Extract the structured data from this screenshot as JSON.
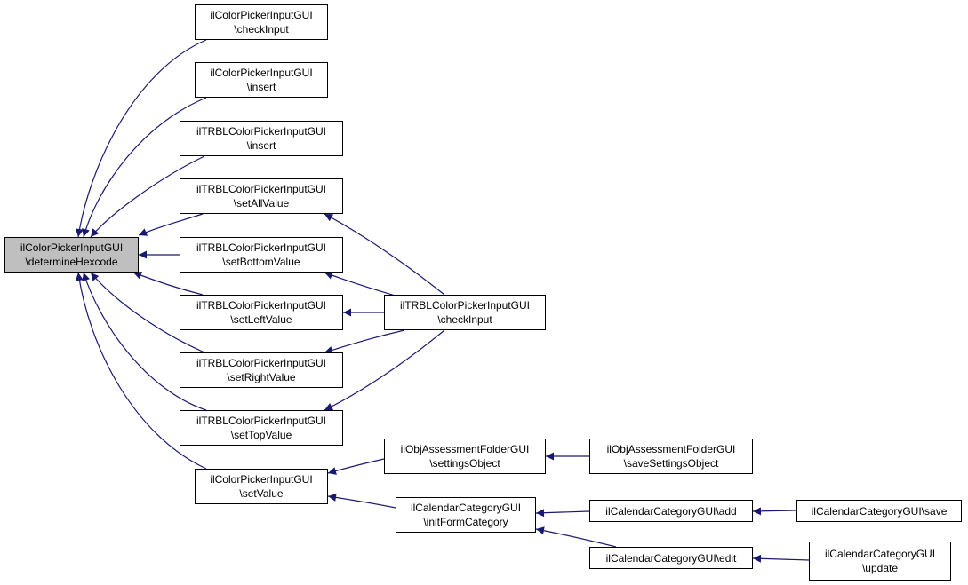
{
  "colors": {
    "edge": "#191970",
    "node_border": "#000000",
    "root_fill": "#bfbfbf",
    "node_fill": "#ffffff"
  },
  "nodes": {
    "root": {
      "line1": "ilColorPickerInputGUI",
      "line2": "\\determineHexcode"
    },
    "cp_checkInput": {
      "line1": "ilColorPickerInputGUI",
      "line2": "\\checkInput"
    },
    "cp_insert": {
      "line1": "ilColorPickerInputGUI",
      "line2": "\\insert"
    },
    "trbl_insert": {
      "line1": "ilTRBLColorPickerInputGUI",
      "line2": "\\insert"
    },
    "trbl_setAllValue": {
      "line1": "ilTRBLColorPickerInputGUI",
      "line2": "\\setAllValue"
    },
    "trbl_setBottomValue": {
      "line1": "ilTRBLColorPickerInputGUI",
      "line2": "\\setBottomValue"
    },
    "trbl_setLeftValue": {
      "line1": "ilTRBLColorPickerInputGUI",
      "line2": "\\setLeftValue"
    },
    "trbl_setRightValue": {
      "line1": "ilTRBLColorPickerInputGUI",
      "line2": "\\setRightValue"
    },
    "trbl_setTopValue": {
      "line1": "ilTRBLColorPickerInputGUI",
      "line2": "\\setTopValue"
    },
    "cp_setValue": {
      "line1": "ilColorPickerInputGUI",
      "line2": "\\setValue"
    },
    "trbl_checkInput": {
      "line1": "ilTRBLColorPickerInputGUI",
      "line2": "\\checkInput"
    },
    "oaf_settingsObject": {
      "line1": "ilObjAssessmentFolderGUI",
      "line2": "\\settingsObject"
    },
    "oaf_saveSettingsObject": {
      "line1": "ilObjAssessmentFolderGUI",
      "line2": "\\saveSettingsObject"
    },
    "cal_initFormCategory": {
      "line1": "ilCalendarCategoryGUI",
      "line2": "\\initFormCategory"
    },
    "cal_add": {
      "line1": "ilCalendarCategoryGUI\\add",
      "line2": ""
    },
    "cal_edit": {
      "line1": "ilCalendarCategoryGUI\\edit",
      "line2": ""
    },
    "cal_save": {
      "line1": "ilCalendarCategoryGUI\\save",
      "line2": ""
    },
    "cal_update": {
      "line1": "ilCalendarCategoryGUI",
      "line2": "\\update"
    }
  }
}
